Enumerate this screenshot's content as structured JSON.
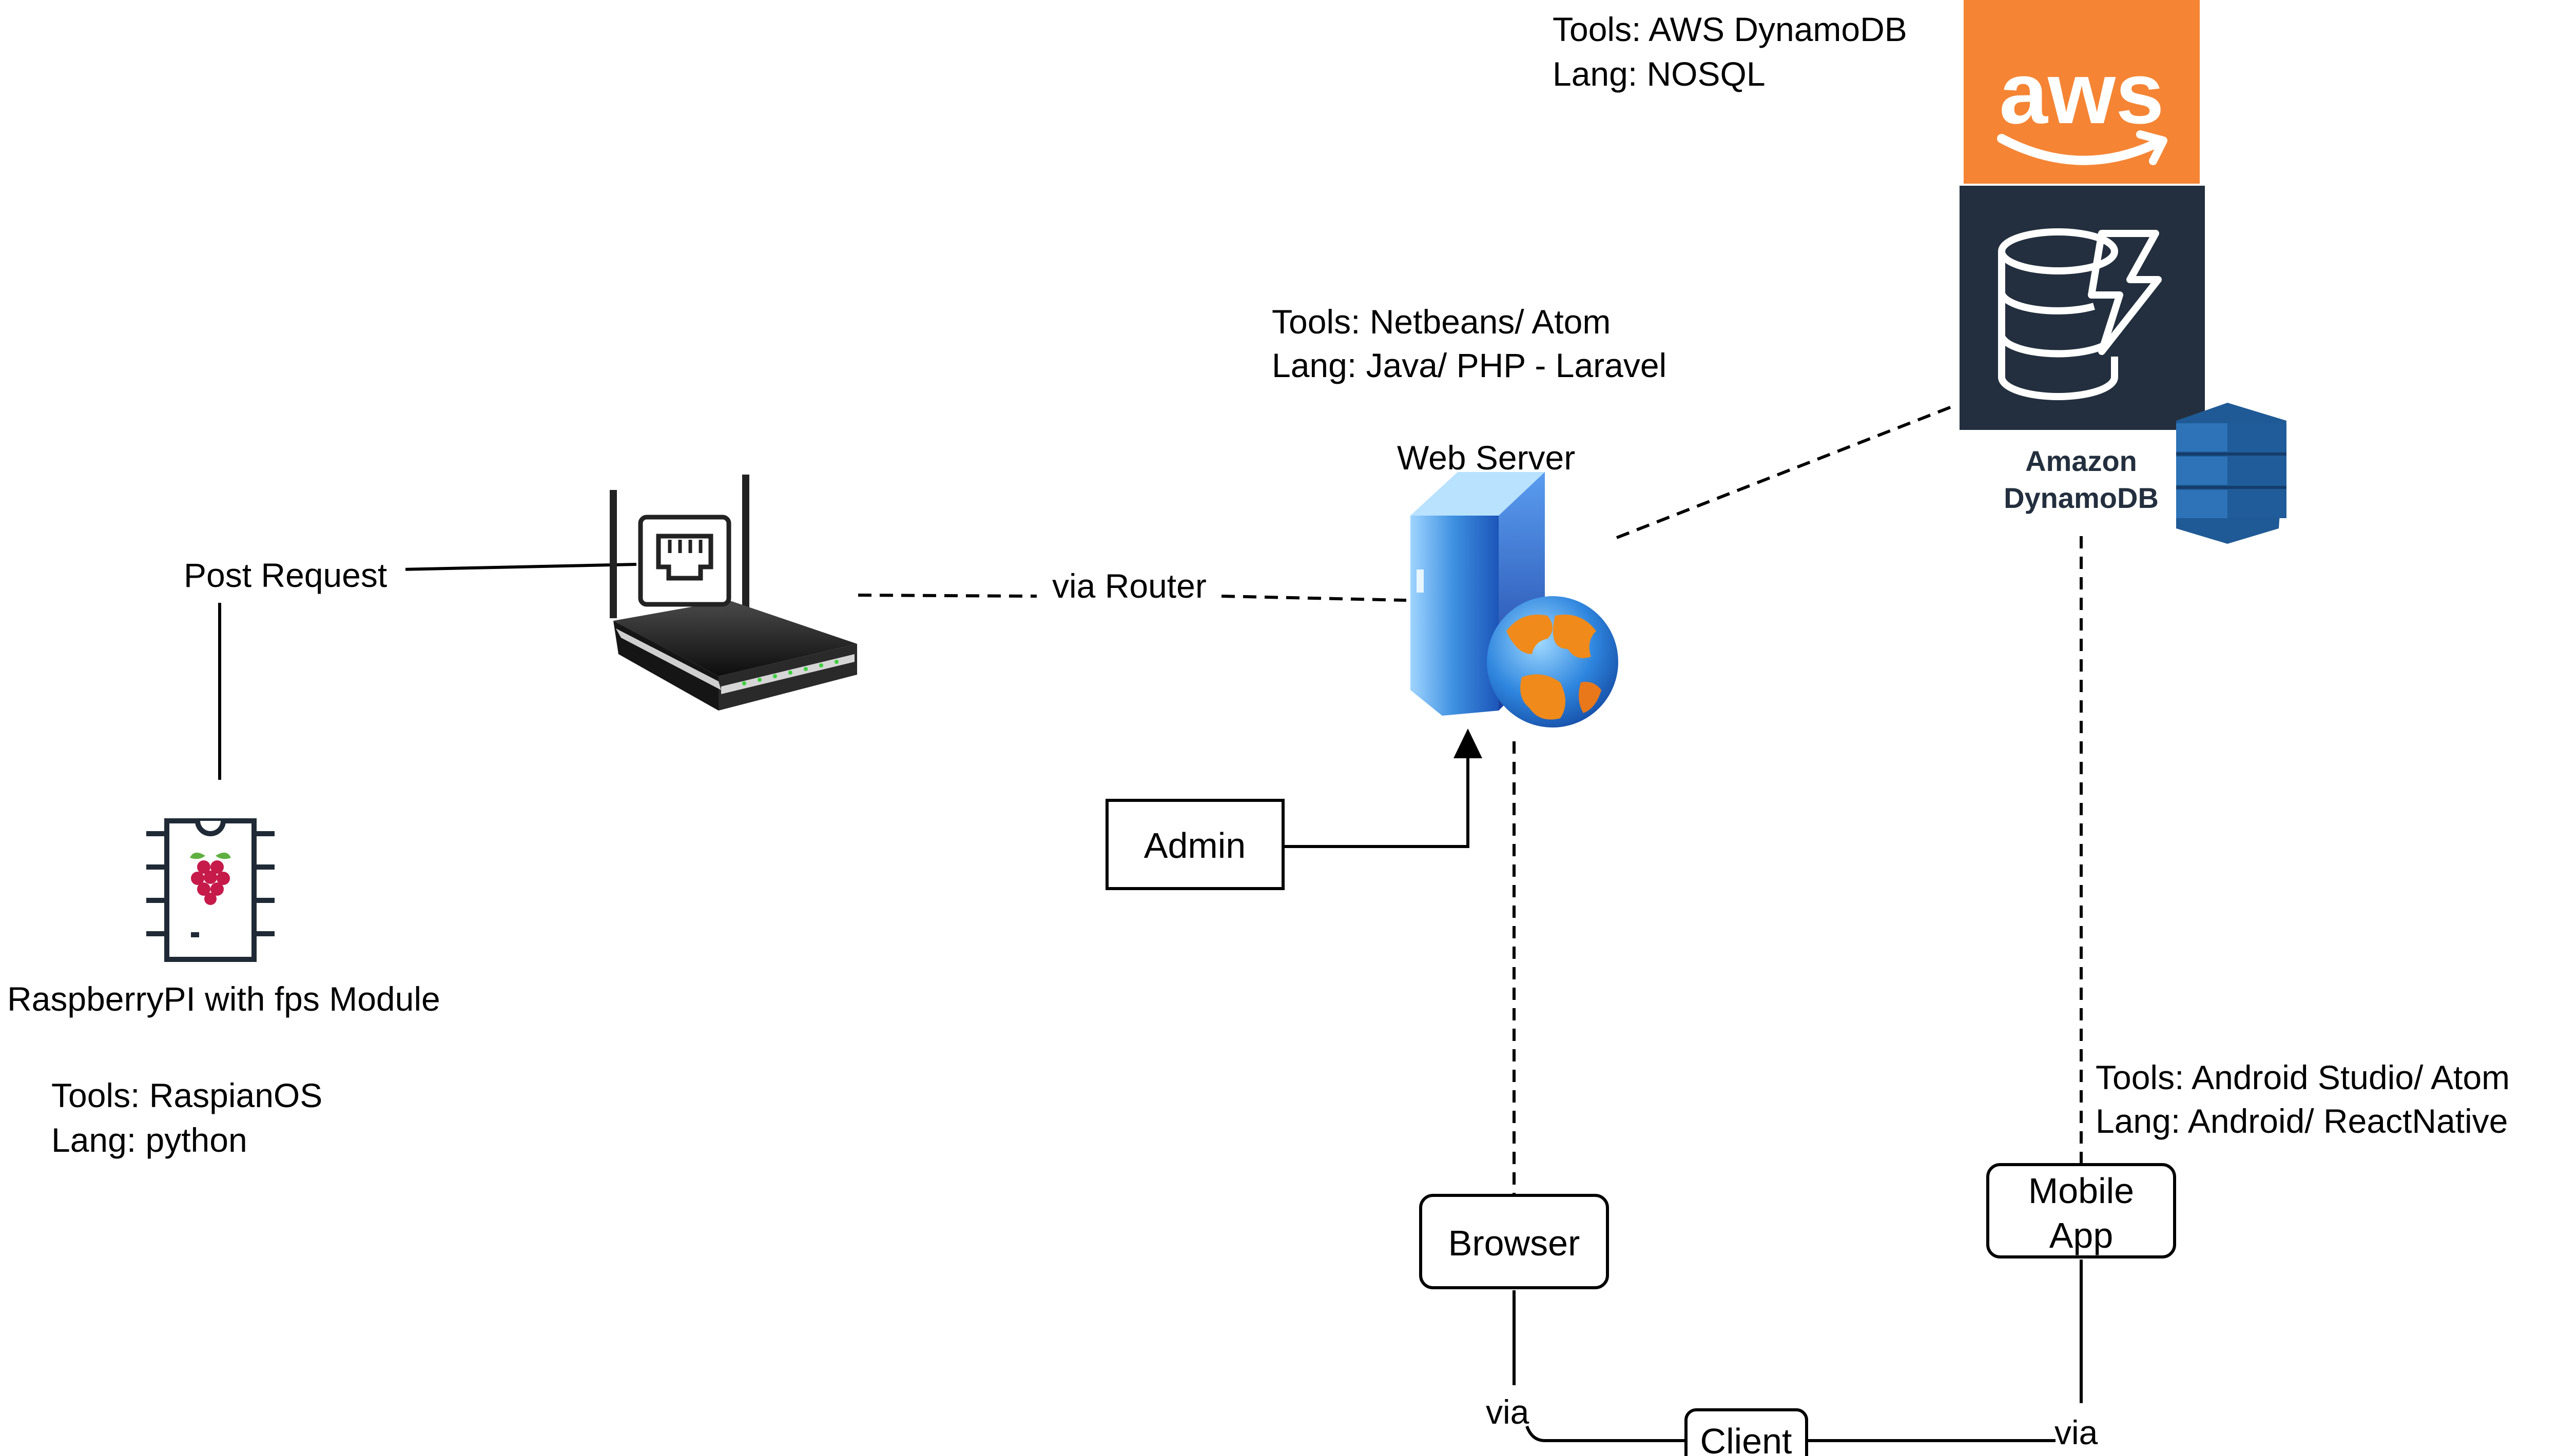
{
  "labels": {
    "post_request": "Post Request",
    "via_router": "via Router",
    "web_server": "Web Server",
    "rpi_caption": "RaspberryPI with fps Module",
    "rpi_tools": "Tools: RaspianOS",
    "rpi_lang": "Lang: python",
    "web_tools": "Tools: Netbeans/ Atom",
    "web_lang": "Lang: Java/ PHP - Laravel",
    "aws_tools": "Tools: AWS DynamoDB",
    "aws_lang": "Lang: NOSQL",
    "dynamo_line1": "Amazon",
    "dynamo_line2": "DynamoDB",
    "mobile_tools": "Tools: Android Studio/ Atom",
    "mobile_lang": "Lang: Android/ ReactNative",
    "via_left": "via",
    "via_right": "via"
  },
  "boxes": {
    "admin": "Admin",
    "browser": "Browser",
    "mobile_line1": "Mobile",
    "mobile_line2": "App",
    "client": "Client"
  },
  "logos": {
    "aws_wordmark": "aws"
  },
  "colors": {
    "aws_orange": "#f58534",
    "aws_dark": "#232f3e",
    "dynamo_blue": "#2e73b8",
    "raspberry": "#c51a4a"
  },
  "icons": {
    "router": "wireless-router-icon",
    "pi_chip": "raspberry-pi-chip-icon",
    "server": "web-server-globe-icon",
    "aws": "aws-logo",
    "dynamodb": "dynamodb-icon",
    "dynamo_stack": "dynamodb-stack-icon"
  }
}
